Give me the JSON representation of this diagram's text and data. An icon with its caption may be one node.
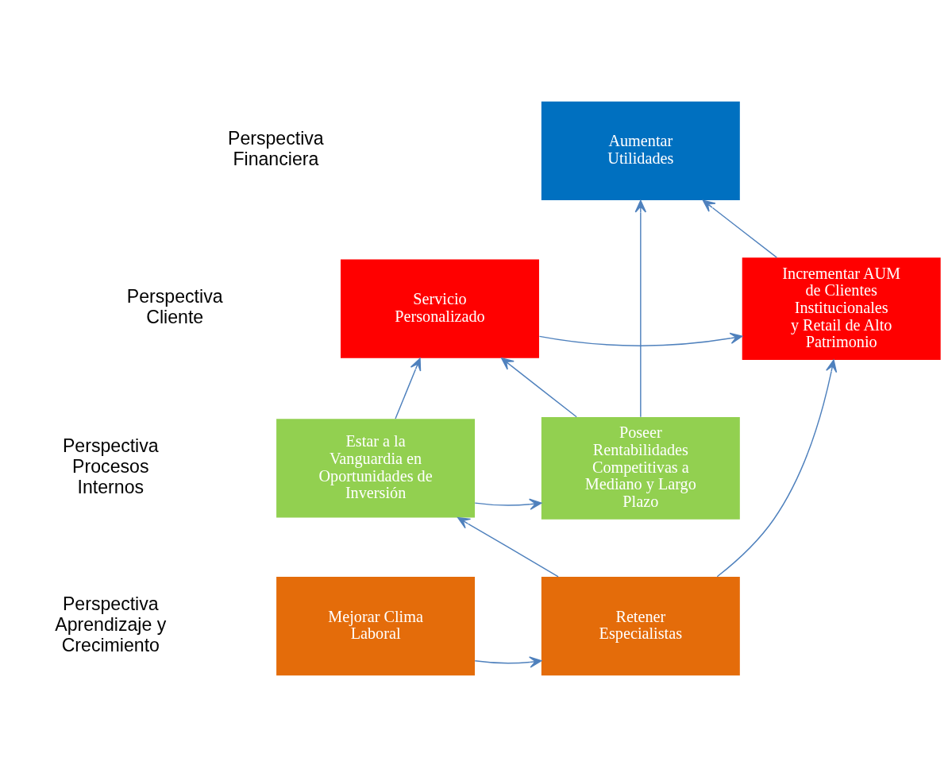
{
  "diagram": {
    "nodes": [
      {
        "text": [
          "Aumentar Utilidades"
        ]
      },
      {
        "text": [
          "Servicio Personalizado"
        ]
      },
      {
        "text": [
          "Incrementar AUM de Clientes Institucionales y Retail de Alto Patrimonio"
        ]
      },
      {
        "text": [
          "Estar a la Vanguardia en Oportunidades de Inversión"
        ]
      },
      {
        "text": [
          "Poseer Rentabilidades Competitivas a Mediano y Largo Plazo"
        ]
      },
      {
        "text": [
          "Mejorar Clima Laboral"
        ]
      },
      {
        "text": [
          "Retener Especialistas"
        ]
      }
    ],
    "edges": [
      {
        "from": 2,
        "to": 0,
        "arrow": "to"
      },
      {
        "from": 1,
        "to": 2,
        "arrow": "to"
      },
      {
        "from": 3,
        "to": 1,
        "arrow": "to"
      },
      {
        "from": 4,
        "to": 1,
        "arrow": "to"
      },
      {
        "from": 3,
        "to": 4,
        "arrow": "to"
      },
      {
        "from": 4,
        "to": 0,
        "arrow": "to"
      },
      {
        "from": 6,
        "to": 3,
        "arrow": "to"
      },
      {
        "from": 5,
        "to": 6,
        "arrow": "to"
      },
      {
        "from": 6,
        "to": 2,
        "arrow": "to"
      }
    ],
    "labels": [
      "Perspectiva Financiera",
      "Perspectiva Cliente",
      "Perspectiva Procesos Internos",
      "Perspectiva Aprendizaje y Crecimiento"
    ]
  }
}
